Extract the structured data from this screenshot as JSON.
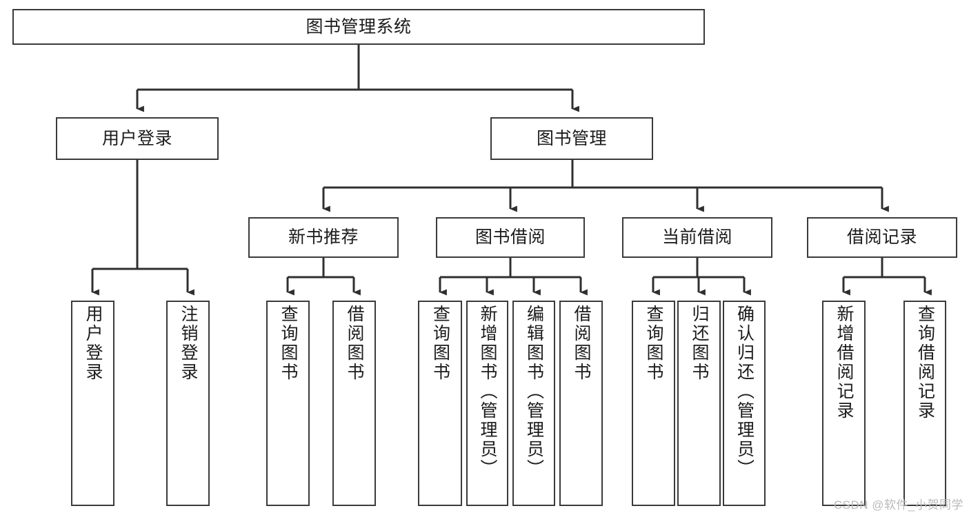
{
  "diagram": {
    "title": "图书管理系统",
    "type": "tree-hierarchy",
    "watermark": "CSDN @软件_小贺同学",
    "colors": {
      "background": "#ffffff",
      "box_border": "#3a3a3a",
      "box_fill": "#ffffff",
      "text": "#1b1b1b",
      "connector": "#2f2f2f",
      "watermark": "#b9b9b9"
    },
    "nodes": {
      "root": {
        "label": "图书管理系统"
      },
      "level2": [
        {
          "id": "user-login",
          "label": "用户登录"
        },
        {
          "id": "book-manage",
          "label": "图书管理"
        }
      ],
      "level3": [
        {
          "id": "new-book-recommend",
          "label": "新书推荐"
        },
        {
          "id": "book-borrow",
          "label": "图书借阅"
        },
        {
          "id": "current-borrow",
          "label": "当前借阅"
        },
        {
          "id": "borrow-record",
          "label": "借阅记录"
        }
      ],
      "leaves": {
        "user_login": [
          {
            "id": "leaf-user-login",
            "label": "用户登录"
          },
          {
            "id": "leaf-logout-login",
            "label": "注销登录"
          }
        ],
        "new_book_recommend": [
          {
            "id": "leaf-query-book-1",
            "label": "查询图书"
          },
          {
            "id": "leaf-borrow-book-1",
            "label": "借阅图书"
          }
        ],
        "book_borrow": [
          {
            "id": "leaf-query-book-2",
            "label": "查询图书"
          },
          {
            "id": "leaf-add-book",
            "label": "新增图书（管理员）"
          },
          {
            "id": "leaf-edit-book",
            "label": "编辑图书（管理员）"
          },
          {
            "id": "leaf-borrow-book-2",
            "label": "借阅图书"
          }
        ],
        "current_borrow": [
          {
            "id": "leaf-query-book-3",
            "label": "查询图书"
          },
          {
            "id": "leaf-return-book",
            "label": "归还图书"
          },
          {
            "id": "leaf-confirm-return",
            "label": "确认归还（管理员）"
          }
        ],
        "borrow_record": [
          {
            "id": "leaf-add-record",
            "label": "新增借阅记录"
          },
          {
            "id": "leaf-query-record",
            "label": "查询借阅记录"
          }
        ]
      }
    }
  }
}
